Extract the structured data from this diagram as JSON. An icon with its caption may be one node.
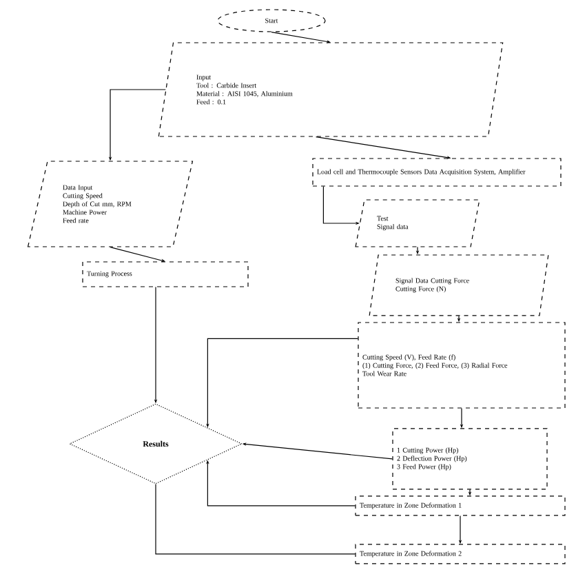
{
  "diagram": {
    "nodes": [
      {
        "text": [
          "Start"
        ]
      },
      {
        "text": [
          "Input",
          "Tool : Carbide Insert",
          "Material : AISI 1045, Aluminium",
          "Feed : 0.1"
        ]
      },
      {
        "text": [
          "Data Input",
          "Cutting Speed",
          "Depth of Cut mm, RPM",
          "Machine Power",
          "Feed rate"
        ]
      },
      {
        "text": [
          "Turning Process"
        ]
      },
      {
        "text": [
          "Load cell and Thermocouple Sensors Data Acquisition System, Amplifier"
        ]
      },
      {
        "text": [
          "Test",
          "Signal data"
        ]
      },
      {
        "text": [
          "Signal Data Cutting Force",
          "Cutting Force (N)"
        ]
      },
      {
        "text": [
          "Cutting Speed (V), Feed Rate (f)",
          "(1) Cutting Force, (2) Feed Force, (3) Radial Force",
          "Tool Wear Rate"
        ]
      },
      {
        "text": [
          "1 Cutting Power (Hp)",
          "2 Deflection Power (Hp)",
          "3 Feed Power (Hp)"
        ]
      },
      {
        "text": [
          "Temperature in Zone Deformation 1"
        ]
      },
      {
        "text": [
          "Temperature in Zone Deformation 2"
        ]
      },
      {
        "text": [
          "Results"
        ]
      }
    ],
    "edges": [
      {
        "from": 0,
        "to": 1,
        "arrow": "to"
      },
      {
        "from": 1,
        "to": 2,
        "arrow": "to"
      },
      {
        "from": 1,
        "to": 4,
        "arrow": "to"
      },
      {
        "from": 2,
        "to": 3,
        "arrow": "to"
      },
      {
        "from": 4,
        "to": 5,
        "arrow": "to"
      },
      {
        "from": 5,
        "to": 6,
        "arrow": "to"
      },
      {
        "from": 6,
        "to": 7,
        "arrow": "to"
      },
      {
        "from": 7,
        "to": 8,
        "arrow": "to"
      },
      {
        "from": 8,
        "to": 9,
        "arrow": "to"
      },
      {
        "from": 9,
        "to": 10,
        "arrow": "to"
      },
      {
        "from": 3,
        "to": 11,
        "arrow": "to"
      },
      {
        "from": 7,
        "to": 11,
        "arrow": "to"
      },
      {
        "from": 8,
        "to": 11,
        "arrow": "to"
      },
      {
        "from": 9,
        "to": 11,
        "arrow": "to"
      },
      {
        "from": 10,
        "to": 11,
        "arrow": "none"
      }
    ]
  }
}
